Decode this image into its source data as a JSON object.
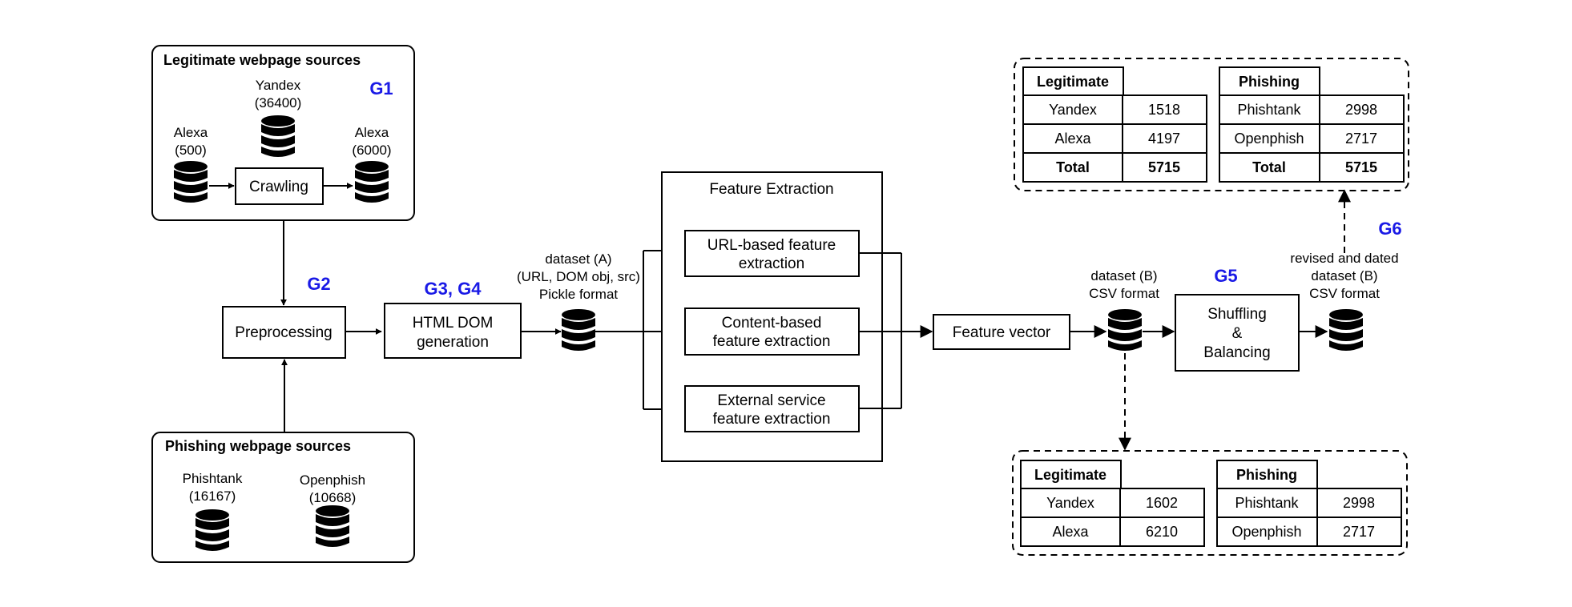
{
  "colors": {
    "tag": "#1a1ae6",
    "stroke": "#000000"
  },
  "legit_sources": {
    "title": "Legitimate webpage sources",
    "yandex_name": "Yandex",
    "yandex_count": "(36400)",
    "alexa_left_name": "Alexa",
    "alexa_left_count": "(500)",
    "alexa_right_name": "Alexa",
    "alexa_right_count": "(6000)",
    "crawling": "Crawling",
    "tag": "G1"
  },
  "phishing_sources": {
    "title": "Phishing webpage sources",
    "phishtank_name": "Phishtank",
    "phishtank_count": "(16167)",
    "openphish_name": "Openphish",
    "openphish_count": "(10668)"
  },
  "pipeline": {
    "preprocessing": "Preprocessing",
    "g2": "G2",
    "g3g4": "G3, G4",
    "html_dom_l1": "HTML DOM",
    "html_dom_l2": "generation",
    "dataset_a_l1": "dataset (A)",
    "dataset_a_l2": "(URL, DOM obj, src)",
    "dataset_a_l3": "Pickle format",
    "feature_extraction_title": "Feature Extraction",
    "url_l1": "URL-based feature",
    "url_l2": "extraction",
    "content_l1": "Content-based",
    "content_l2": "feature extraction",
    "external_l1": "External service",
    "external_l2": "feature extraction",
    "feature_vector": "Feature vector",
    "dataset_b_l1": "dataset (B)",
    "dataset_b_l2": "CSV format",
    "g5": "G5",
    "shuffle_l1": "Shuffling",
    "shuffle_l2": "&",
    "shuffle_l3": "Balancing",
    "revised_l1": "revised and dated",
    "revised_l2": "dataset (B)",
    "revised_l3": "CSV format",
    "g6": "G6"
  },
  "top_tables": {
    "legit_header": "Legitimate",
    "legit_rows": [
      [
        "Yandex",
        "1518"
      ],
      [
        "Alexa",
        "4197"
      ]
    ],
    "legit_total": [
      "Total",
      "5715"
    ],
    "phish_header": "Phishing",
    "phish_rows": [
      [
        "Phishtank",
        "2998"
      ],
      [
        "Openphish",
        "2717"
      ]
    ],
    "phish_total": [
      "Total",
      "5715"
    ]
  },
  "bottom_tables": {
    "legit_header": "Legitimate",
    "legit_rows": [
      [
        "Yandex",
        "1602"
      ],
      [
        "Alexa",
        "6210"
      ]
    ],
    "phish_header": "Phishing",
    "phish_rows": [
      [
        "Phishtank",
        "2998"
      ],
      [
        "Openphish",
        "2717"
      ]
    ]
  }
}
